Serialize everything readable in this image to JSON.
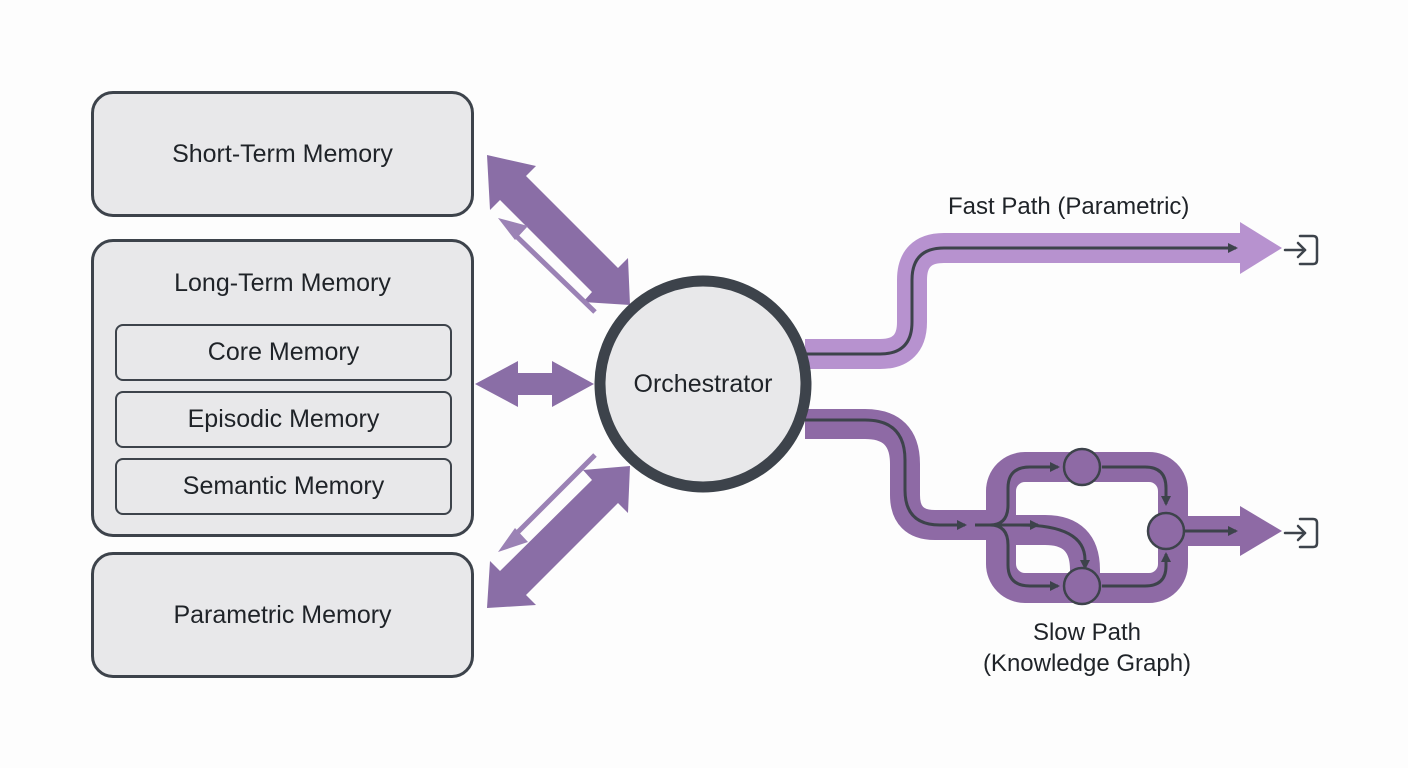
{
  "memory": {
    "short_term": "Short-Term Memory",
    "long_term": {
      "title": "Long-Term Memory",
      "items": [
        "Core Memory",
        "Episodic Memory",
        "Semantic Memory"
      ]
    },
    "parametric": "Parametric Memory"
  },
  "orchestrator": "Orchestrator",
  "paths": {
    "fast": "Fast Path (Parametric)",
    "slow_line1": "Slow Path",
    "slow_line2": "(Knowledge Graph)"
  },
  "icons": {
    "fast_exit": "exit-arrow-icon",
    "slow_exit": "exit-arrow-icon"
  },
  "colors": {
    "arrow_purple": "#8a6ea6",
    "fast_path": "#b792cf",
    "slow_path": "#8e6aa5",
    "outline": "#3d434b",
    "box_fill": "#e8e8ea"
  }
}
